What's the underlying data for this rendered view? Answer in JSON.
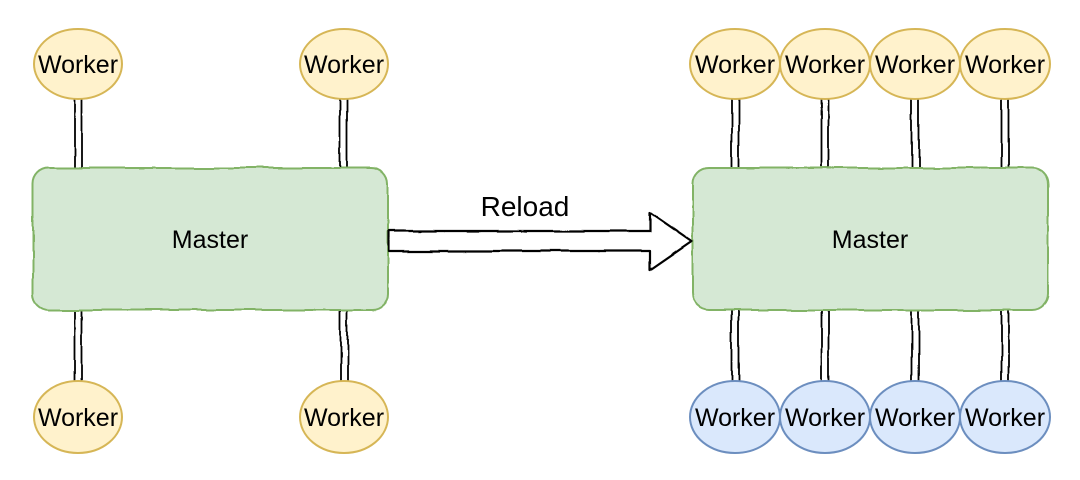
{
  "diagram": {
    "type": "master-worker-architecture",
    "arrow": {
      "label": "Reload"
    },
    "left_cluster": {
      "master": {
        "label": "Master"
      },
      "top_workers": [
        {
          "label": "Worker"
        },
        {
          "label": "Worker"
        }
      ],
      "bottom_workers": [
        {
          "label": "Worker"
        },
        {
          "label": "Worker"
        }
      ]
    },
    "right_cluster": {
      "master": {
        "label": "Master"
      },
      "top_workers": [
        {
          "label": "Worker"
        },
        {
          "label": "Worker"
        },
        {
          "label": "Worker"
        },
        {
          "label": "Worker"
        }
      ],
      "bottom_workers": [
        {
          "label": "Worker"
        },
        {
          "label": "Worker"
        },
        {
          "label": "Worker"
        },
        {
          "label": "Worker"
        }
      ]
    },
    "colors": {
      "master_fill": "#d5e8d4",
      "master_stroke": "#82b366",
      "worker_yellow_fill": "#fff2cc",
      "worker_yellow_stroke": "#d6b656",
      "worker_blue_fill": "#dae8fc",
      "worker_blue_stroke": "#6c8ebf",
      "connector_color": "#000000",
      "arrow_fill": "#ffffff",
      "label_color": "#000000",
      "canvas_background": "#ffffff"
    }
  }
}
